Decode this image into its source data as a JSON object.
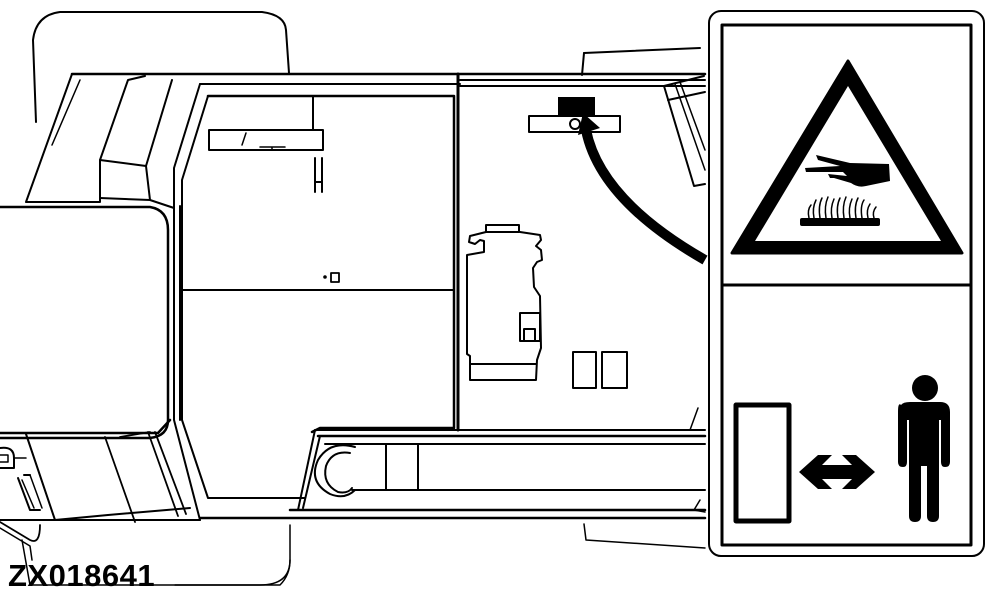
{
  "figure": {
    "label": "ZX018641",
    "description": "Top view of machine engine compartment with hot-surface safety decal"
  },
  "decal": {
    "top_panel": {
      "symbol": "hot-surface-warning-triangle",
      "meaning": "Hot surface - do not touch"
    },
    "bottom_panel": {
      "symbol": "keep-safe-distance",
      "meaning": "Keep a safe distance"
    }
  },
  "callout": {
    "arrow": "points-from-decal-to-mounting-location"
  },
  "colors": {
    "line": "#000000",
    "background": "#ffffff"
  }
}
